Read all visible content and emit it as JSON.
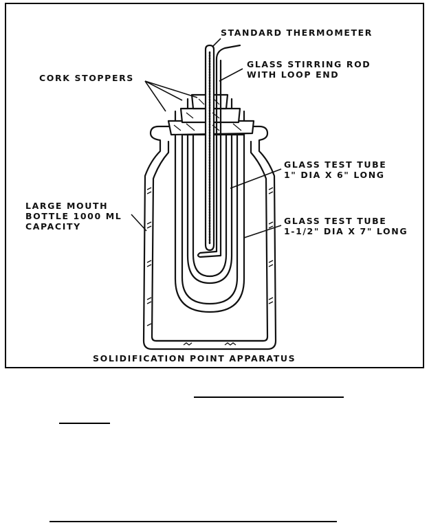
{
  "figure": {
    "caption": "SOLIDIFICATION POINT APPARATUS",
    "labels": {
      "thermometer": "STANDARD THERMOMETER",
      "stirring_rod": [
        "GLASS STIRRING ROD",
        "WITH LOOP END"
      ],
      "cork_stoppers": "CORK STOPPERS",
      "inner_tube": [
        "GLASS TEST TUBE",
        "1\" DIA X 6\" LONG"
      ],
      "outer_tube": [
        "GLASS TEST TUBE",
        "1-1/2\" DIA X 7\" LONG"
      ],
      "bottle": [
        "LARGE MOUTH",
        "BOTTLE 1000 ML",
        "CAPACITY"
      ]
    }
  },
  "colors": {
    "ink": "#111111",
    "frame": "#000000",
    "background": "#ffffff"
  }
}
